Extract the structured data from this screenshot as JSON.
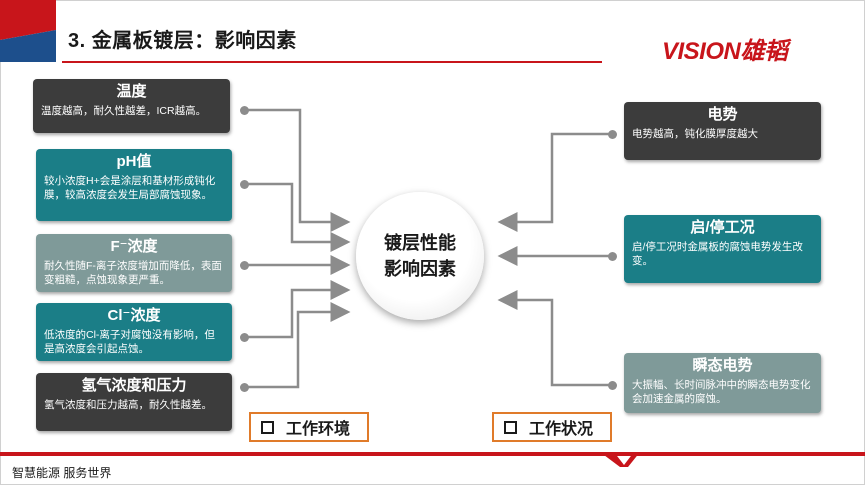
{
  "header": {
    "title": "3. 金属板镀层：影响因素",
    "logo": "VISION雄韬"
  },
  "center": {
    "line1": "镀层性能",
    "line2": "影响因素"
  },
  "left_factors": [
    {
      "title": "温度",
      "desc": "温度越高，耐久性越差，ICR越高。"
    },
    {
      "title": "pH值",
      "desc": "较小浓度H+会是涂层和基材形成钝化膜，较高浓度会发生局部腐蚀现象。"
    },
    {
      "title": "F⁻浓度",
      "desc": "耐久性随F-离子浓度增加而降低，表面变粗糙，点蚀现象更严重。"
    },
    {
      "title": "Cl⁻浓度",
      "desc": "低浓度的Cl-离子对腐蚀没有影响，但是高浓度会引起点蚀。"
    },
    {
      "title": "氢气浓度和压力",
      "desc": "氢气浓度和压力越高，耐久性越差。"
    }
  ],
  "right_factors": [
    {
      "title": "电势",
      "desc": "电势越高，钝化膜厚度越大"
    },
    {
      "title": "启/停工况",
      "desc": "启/停工况时金属板的腐蚀电势发生改变。"
    },
    {
      "title": "瞬态电势",
      "desc": "大振幅、长时间脉冲中的瞬态电势变化会加速金属的腐蚀。"
    }
  ],
  "labels": {
    "left": "工作环境",
    "right": "工作状况"
  },
  "footer": {
    "text": "智慧能源  服务世界"
  },
  "colors": {
    "accent_red": "#c8151b",
    "dark": "#3c3c3c",
    "teal": "#1b7e87",
    "gray_teal": "#7f9a99",
    "label_border": "#e07b2a"
  }
}
